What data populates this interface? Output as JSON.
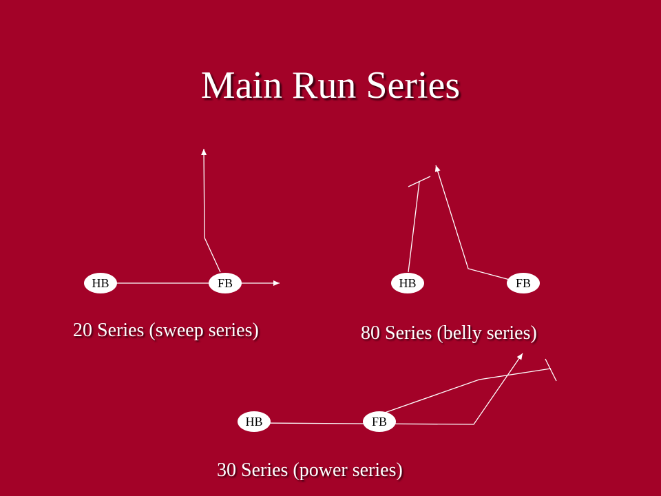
{
  "title": "Main Run Series",
  "plays": [
    {
      "caption": "20 Series (sweep series)",
      "players": [
        "HB",
        "FB"
      ]
    },
    {
      "caption": "80 Series (belly series)",
      "players": [
        "HB",
        "FB"
      ]
    },
    {
      "caption": "30 Series (power series)",
      "players": [
        "HB",
        "FB"
      ]
    }
  ],
  "colors": {
    "background": "#A30228",
    "route": "#ffffff",
    "player_fill": "#ffffff",
    "player_text": "#000000"
  }
}
